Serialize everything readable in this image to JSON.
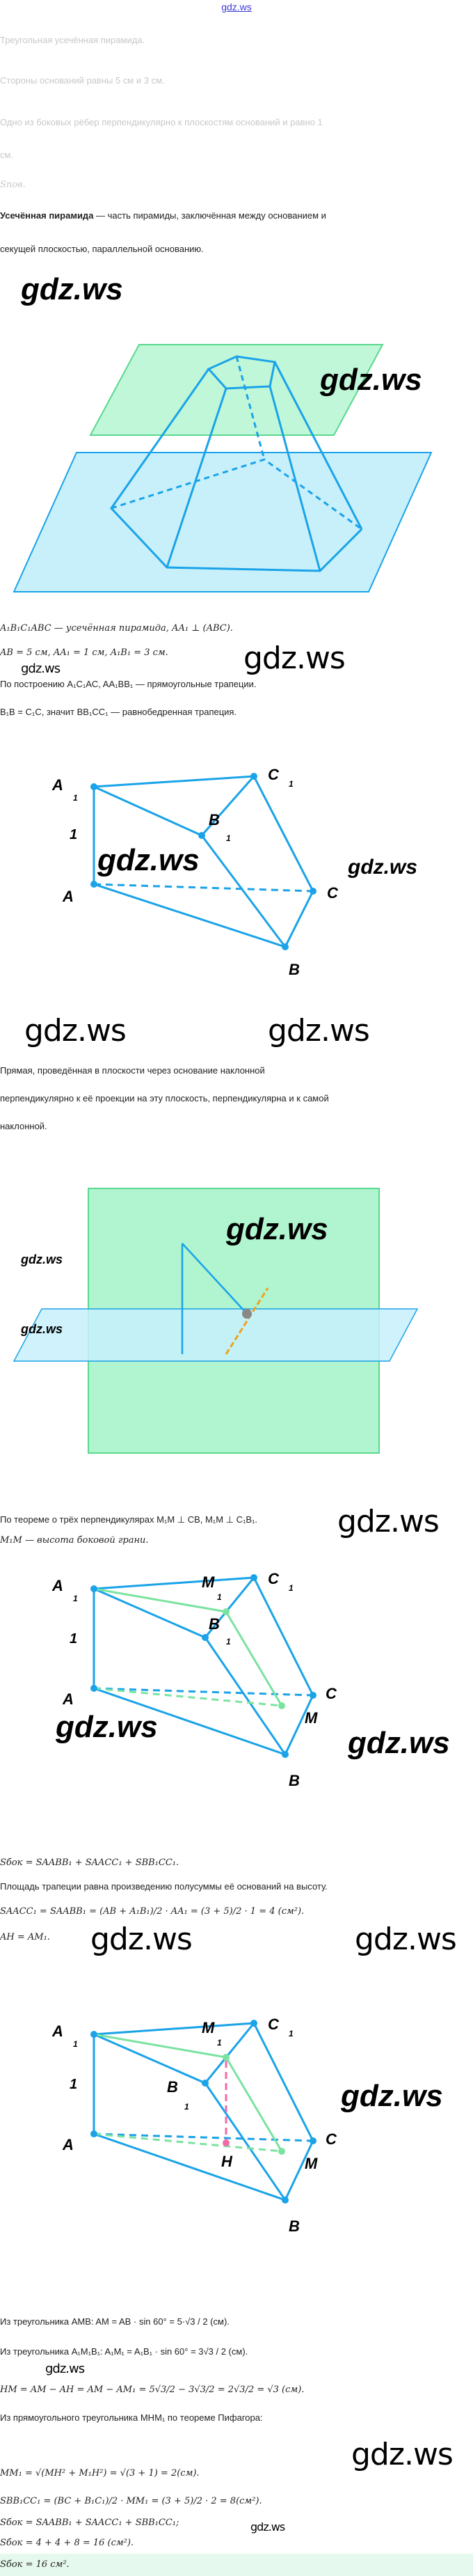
{
  "header": {
    "site": "gdz.ws"
  },
  "task": {
    "line1": "Треугольная усечённая пирамида.",
    "line2": "Стороны оснований равны 5 см и 3 см.",
    "line3": "Одно из боковых рёбер перпендикулярно к плоскостям оснований и равно 1",
    "line3b": "см.",
    "line4": "Sпов."
  },
  "definition": {
    "term": "Усечённая пирамида",
    "rest1": " — часть пирамиды, заключённая между основанием и",
    "rest2": "секущей плоскостью, параллельной основанию."
  },
  "watermark": "gdz.ws",
  "solution": {
    "s1": "A₁B₁C₁ABC — усечённая пирамида, AA₁ ⊥ (ABC).",
    "s2": "AB = 5 см, AA₁ = 1 см, A₁B₁ = 3 см.",
    "s3": "По построению A₁C₁AC,  AA₁BB₁ — прямоугольные трапеции.",
    "s4": "B₁B = C₁C, значит BB₁CC₁ — равнобедренная трапеция.",
    "theorem1": "Прямая, проведённая в плоскости через основание наклонной",
    "theorem2": "перпендикулярно к её проекции на эту плоскость, перпендикулярна и к самой",
    "theorem3": "наклонной.",
    "s5": "По теореме о трёх перпендикулярах M₁M ⊥ CB, M₁M ⊥ C₁B₁.",
    "s6": "M₁M — высота боковой грани.",
    "s7": "Sбок = SAABB₁ + SAACC₁ + SBB₁CC₁.",
    "s8": "Площадь трапеции равна произведению полусуммы её оснований на высоту.",
    "s9": "SAACC₁ = SAABB₁ = (AB + A₁B₁)/2 · AA₁ = (3 + 5)/2 · 1 = 4 (см²).",
    "s10": "AH = AM₁.",
    "s11": "Из треугольника AMB: AM = AB · sin 60° = 5·√3 / 2 (см).",
    "s12": "Из треугольника A₁M₁B₁: A₁M₁ = A₁B₁ · sin 60° = 3√3 / 2 (см).",
    "s13": "HM = AM − AH = AM − AM₁ = 5√3/2 − 3√3/2 = 2√3/2 = √3 (см).",
    "s14": "Из прямоугольного треугольника MHM₁ по теореме Пифагора:",
    "s15": "MM₁ = √(MH² + M₁H²) = √(3 + 1) = 2(см).",
    "s16": "SBB₁CC₁ = (BC + B₁C₁)/2 · MM₁ = (3 + 5)/2 · 2 = 8(см²).",
    "s17": "Sбок = SAABB₁ + SAACC₁ + SBB₁CC₁;",
    "s18": "Sбок = 4 + 4 + 8 = 16 (см²).",
    "answer": "Sбок = 16 см²."
  },
  "labels": {
    "A1": "A",
    "C1": "C",
    "B1": "B",
    "A": "A",
    "B": "B",
    "C": "C",
    "M1": "M",
    "M": "M",
    "H": "H",
    "one": "1",
    "sub": "1"
  },
  "colors": {
    "edge": "#1aa3e8",
    "green": "#7ae3a0",
    "plane_green": "#b0f5cf",
    "plane_blue": "#c8f0fb",
    "pink": "#f06aa8",
    "answer_bg": "#e6f9ee"
  }
}
